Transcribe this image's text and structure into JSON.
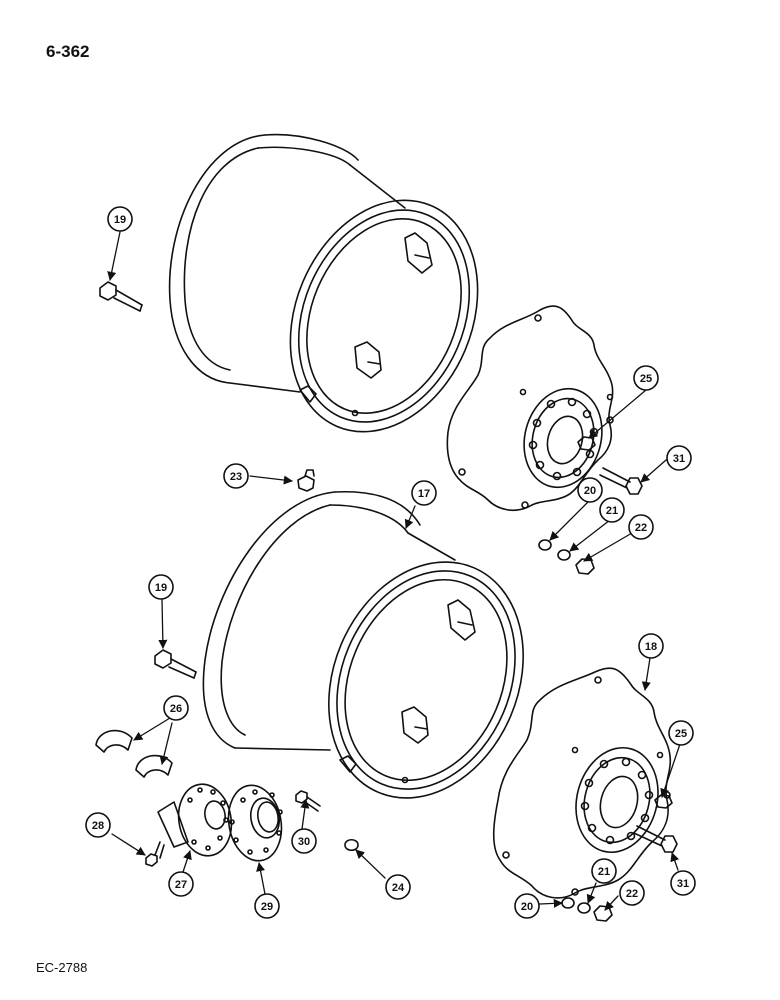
{
  "page_code": "6-362",
  "figure_code": "EC-2788",
  "callouts": [
    {
      "id": "19a",
      "label": "19"
    },
    {
      "id": "17",
      "label": "17"
    },
    {
      "id": "19b",
      "label": "19"
    },
    {
      "id": "23",
      "label": "23"
    },
    {
      "id": "25a",
      "label": "25"
    },
    {
      "id": "31a",
      "label": "31"
    },
    {
      "id": "20a",
      "label": "20"
    },
    {
      "id": "21a",
      "label": "21"
    },
    {
      "id": "22a",
      "label": "22"
    },
    {
      "id": "18",
      "label": "18"
    },
    {
      "id": "26",
      "label": "26"
    },
    {
      "id": "25b",
      "label": "25"
    },
    {
      "id": "28",
      "label": "28"
    },
    {
      "id": "30",
      "label": "30"
    },
    {
      "id": "27",
      "label": "27"
    },
    {
      "id": "29",
      "label": "29"
    },
    {
      "id": "24",
      "label": "24"
    },
    {
      "id": "20b",
      "label": "20"
    },
    {
      "id": "21b",
      "label": "21"
    },
    {
      "id": "22b",
      "label": "22"
    },
    {
      "id": "31b",
      "label": "31"
    }
  ]
}
